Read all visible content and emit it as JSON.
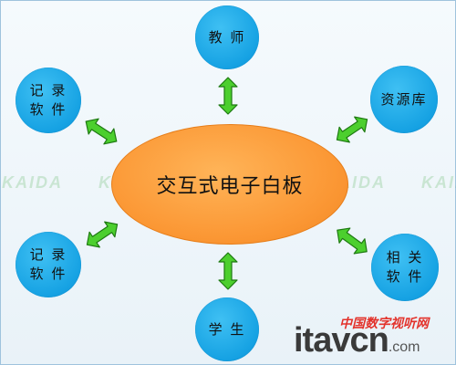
{
  "center": {
    "label": "交互式电子白板"
  },
  "nodes": {
    "top": {
      "label": "教 师"
    },
    "top_left": {
      "line1": "记 录",
      "line2": "软 件"
    },
    "top_right": {
      "label": "资源库"
    },
    "bottom_left": {
      "line1": "记 录",
      "line2": "软 件"
    },
    "bottom_right": {
      "line1": "相 关",
      "line2": "软 件"
    },
    "bottom": {
      "label": "学 生"
    }
  },
  "watermark": {
    "text": "KAIDA"
  },
  "site_logo": {
    "cn": "中国数字视听网",
    "en": "itavcn",
    "suffix": ".com"
  },
  "colors": {
    "node_fill": "#16a2e3",
    "center_fill": "#fb9734",
    "arrow_fill": "#4ccf2e",
    "arrow_stroke": "#1e7a12"
  }
}
